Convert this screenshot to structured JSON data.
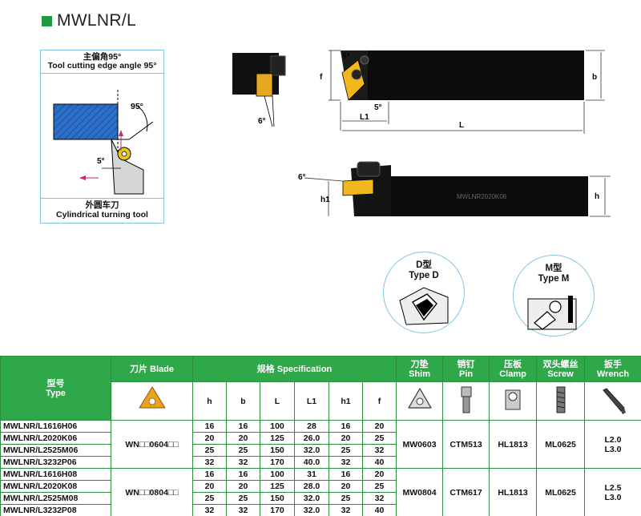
{
  "header": {
    "title": "MWLNR/L",
    "accent": "#1f9a3c"
  },
  "left_diagram": {
    "top_caption_cn": "主偏角95°",
    "top_caption_en": "Tool cutting edge angle 95°",
    "angle_large": "95°",
    "angle_small": "5°",
    "bottom_caption_cn": "外圆车刀",
    "bottom_caption_en": "Cylindrical turning tool"
  },
  "top_drawing": {
    "angle_top": "5°",
    "angle_bottom": "5°",
    "angle_side": "6°",
    "dim_f": "f",
    "dim_L1": "L1",
    "dim_L": "L",
    "dim_b": "b"
  },
  "side_drawing": {
    "angle": "6°",
    "dim_h1": "h1",
    "dim_h": "h",
    "engraving": "MWLNR2020K06"
  },
  "type_d": {
    "cn": "D型",
    "en": "Type D"
  },
  "type_m": {
    "cn": "M型",
    "en": "Type M"
  },
  "table": {
    "header_type_cn": "型号",
    "header_type_en": "Type",
    "header_blade": "刀片 Blade",
    "header_spec": "规格 Specification",
    "header_shim_cn": "刀垫",
    "header_shim_en": "Shim",
    "header_pin_cn": "销钉",
    "header_pin_en": "Pin",
    "header_clamp_cn": "压板",
    "header_clamp_en": "Clamp",
    "header_screw_cn": "双头螺丝",
    "header_screw_en": "Screw",
    "header_wrench_cn": "扳手",
    "header_wrench_en": "Wrench",
    "cols": [
      "h",
      "b",
      "L",
      "L1",
      "h1",
      "f"
    ],
    "groups": [
      {
        "blade": "WN□□0604□□",
        "shim": "MW0603",
        "pin": "CTM513",
        "clamp": "HL1813",
        "screw": "ML0625",
        "wrench_1": "L2.0",
        "wrench_2": "L3.0",
        "rows": [
          {
            "model": "MWLNR/L1616H06",
            "h": "16",
            "b": "16",
            "L": "100",
            "L1": "28",
            "h1": "16",
            "f": "20"
          },
          {
            "model": "MWLNR/L2020K06",
            "h": "20",
            "b": "20",
            "L": "125",
            "L1": "26.0",
            "h1": "20",
            "f": "25"
          },
          {
            "model": "MWLNR/L2525M06",
            "h": "25",
            "b": "25",
            "L": "150",
            "L1": "32.0",
            "h1": "25",
            "f": "32"
          },
          {
            "model": "MWLNR/L3232P06",
            "h": "32",
            "b": "32",
            "L": "170",
            "L1": "40.0",
            "h1": "32",
            "f": "40"
          }
        ]
      },
      {
        "blade": "WN□□0804□□",
        "shim": "MW0804",
        "pin": "CTM617",
        "clamp": "HL1813",
        "screw": "ML0625",
        "wrench_1": "L2.5",
        "wrench_2": "L3.0",
        "rows": [
          {
            "model": "MWLNR/L1616H08",
            "h": "16",
            "b": "16",
            "L": "100",
            "L1": "31",
            "h1": "16",
            "f": "20"
          },
          {
            "model": "MWLNR/L2020K08",
            "h": "20",
            "b": "20",
            "L": "125",
            "L1": "28.0",
            "h1": "20",
            "f": "25"
          },
          {
            "model": "MWLNR/L2525M08",
            "h": "25",
            "b": "25",
            "L": "150",
            "L1": "32.0",
            "h1": "25",
            "f": "32"
          },
          {
            "model": "MWLNR/L3232P08",
            "h": "32",
            "b": "32",
            "L": "170",
            "L1": "32.0",
            "h1": "32",
            "f": "40"
          }
        ]
      }
    ]
  }
}
